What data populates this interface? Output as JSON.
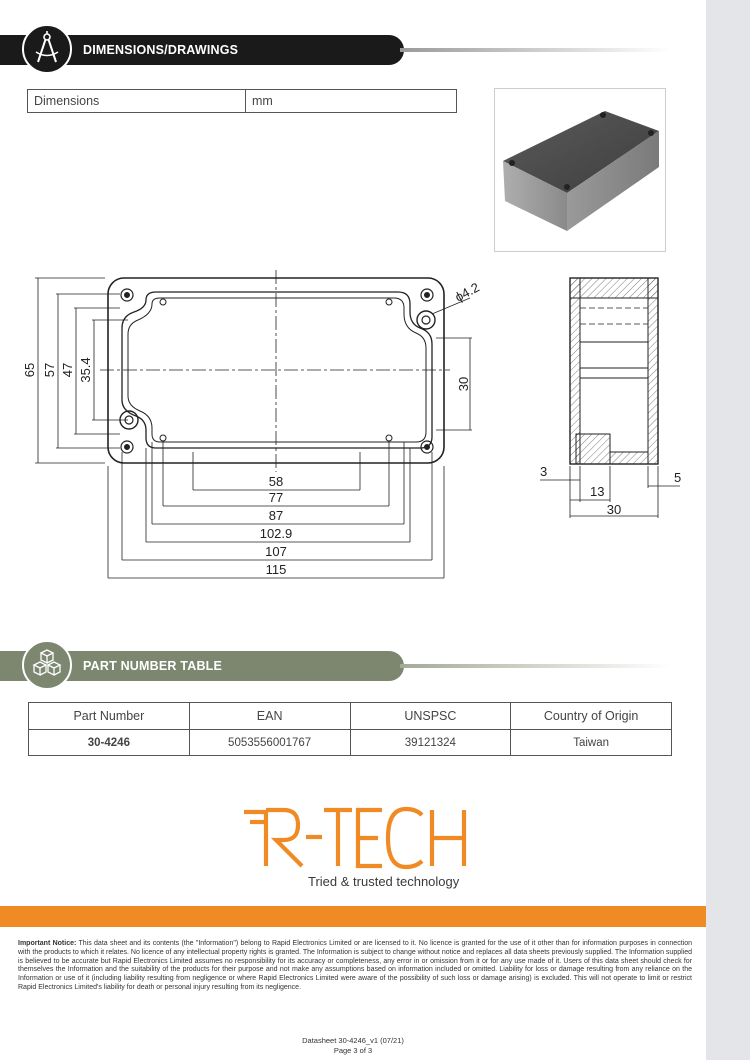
{
  "sections": {
    "dimensions_title": "DIMENSIONS/DRAWINGS",
    "part_number_title": "PART NUMBER TABLE"
  },
  "dimensions_table": {
    "label": "Dimensions",
    "unit": "mm"
  },
  "drawing": {
    "front_dims": [
      "58",
      "77",
      "87",
      "102.9",
      "107",
      "115"
    ],
    "left_dims": [
      "65",
      "57",
      "47",
      "35.4"
    ],
    "right_dim": "30",
    "hole_dim": "ϕ4.2",
    "side_dims": {
      "wall": "3",
      "depth": "13",
      "lip": "5",
      "height": "30"
    }
  },
  "parts_table": {
    "headers": [
      "Part Number",
      "EAN",
      "UNSPSC",
      "Country of Origin"
    ],
    "row": [
      "30-4246",
      "5053556001767",
      "39121324",
      "Taiwan"
    ]
  },
  "brand": {
    "name": "R-TECH",
    "tagline": "Tried & trusted technology"
  },
  "notice": {
    "lead": "Important Notice:",
    "text": " This data sheet and its contents (the \"Information\") belong to Rapid Electronics Limited or are licensed to it. No licence is granted for the use of it other than for information purposes in connection with the products to which it relates. No licence of any intellectual property rights is granted. The Information is subject to change without notice and replaces all data sheets previously supplied. The Information supplied is believed to be accurate but Rapid Electronics Limited assumes no responsibility for its accuracy or completeness, any error in or omission from it or for any use made of it. Users of this data sheet should check for themselves the Information and the suitability of the products for their purpose and not make any assumptions based on information included or omitted. Liability for loss or damage resulting from any reliance on the Information or use of it (including liability resulting from negligence or where Rapid Electronics Limited were aware of the possibility of such loss or damage arising) is excluded. This will not operate to limit or restrict Rapid Electronics Limited's liability for death or personal injury resulting from its negligence."
  },
  "footer": {
    "datasheet": "Datasheet 30-4246_v1 (07/21)",
    "page": "Page 3 of 3"
  },
  "colors": {
    "dark_banner": "#1a1a1a",
    "green_banner": "#7d8770",
    "orange": "#f08a24"
  }
}
